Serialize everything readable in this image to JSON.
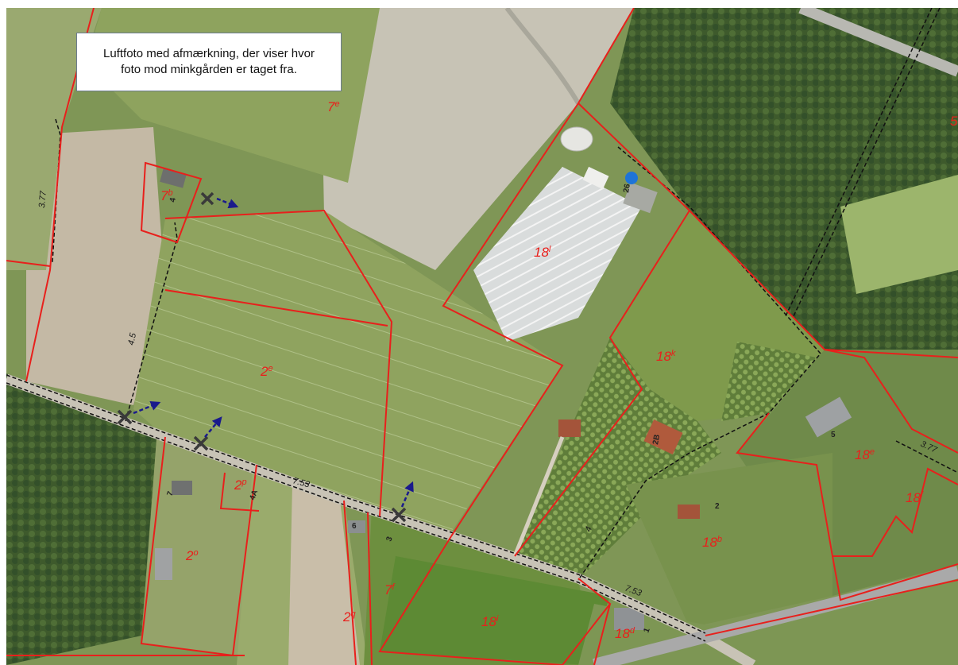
{
  "caption": {
    "line1": "Luftfoto med afmærkning, der viser hvor",
    "line2": "foto mod minkgården er taget fra."
  },
  "parcels": [
    {
      "num": "7",
      "sup": "e"
    },
    {
      "num": "7",
      "sup": "b"
    },
    {
      "num": "18",
      "sup": "l"
    },
    {
      "num": "18",
      "sup": "k"
    },
    {
      "num": "2",
      "sup": "e"
    },
    {
      "num": "2",
      "sup": "p"
    },
    {
      "num": "2",
      "sup": "o"
    },
    {
      "num": "2",
      "sup": "q"
    },
    {
      "num": "7",
      "sup": "f"
    },
    {
      "num": "18",
      "sup": "i"
    },
    {
      "num": "18",
      "sup": "d"
    },
    {
      "num": "18",
      "sup": "b"
    },
    {
      "num": "18",
      "sup": "e"
    },
    {
      "num": "18",
      "sup": "f"
    },
    {
      "num": "5",
      "sup": ""
    }
  ],
  "distances": [
    "3.77",
    "4.5",
    "7.53",
    "4",
    "7.53",
    "3.77"
  ],
  "house_numbers": [
    "4",
    "26",
    "2B",
    "5",
    "2",
    "7",
    "4A",
    "6",
    "3",
    "1"
  ],
  "colors": {
    "boundary": "#e8201c",
    "arrow": "#1a1a8c",
    "camera_mark": "#3a3a3a",
    "marker": "#1e74d8",
    "road_line": "#111111"
  },
  "camera_positions": [
    {
      "icon": "x-mark-icon",
      "direction": "east"
    },
    {
      "icon": "x-mark-icon",
      "direction": "north-east"
    },
    {
      "icon": "x-mark-icon",
      "direction": "north-east"
    },
    {
      "icon": "x-mark-icon",
      "direction": "north"
    }
  ]
}
